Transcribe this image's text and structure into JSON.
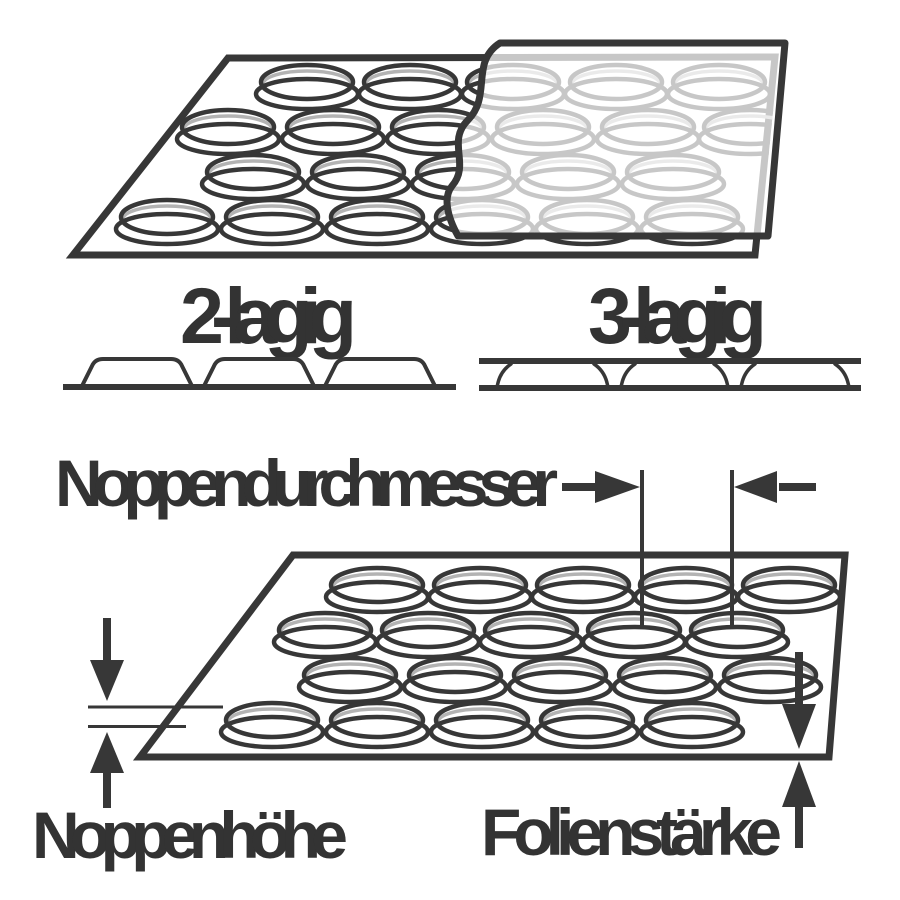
{
  "diagram": {
    "title_hint": "bubble wrap structure diagram",
    "labels": {
      "two_layer": "2-lagig",
      "three_layer": "3-lagig",
      "bubble_diameter": "Noppendurchmesser",
      "bubble_height": "Noppenhöhe",
      "film_thickness": "Folienstärke"
    },
    "colors": {
      "line": "#373737",
      "light_line": "#b3b3b3",
      "text": "#333333",
      "film_overlay": "rgba(255,255,255,0.72)",
      "background": "#ffffff"
    }
  }
}
